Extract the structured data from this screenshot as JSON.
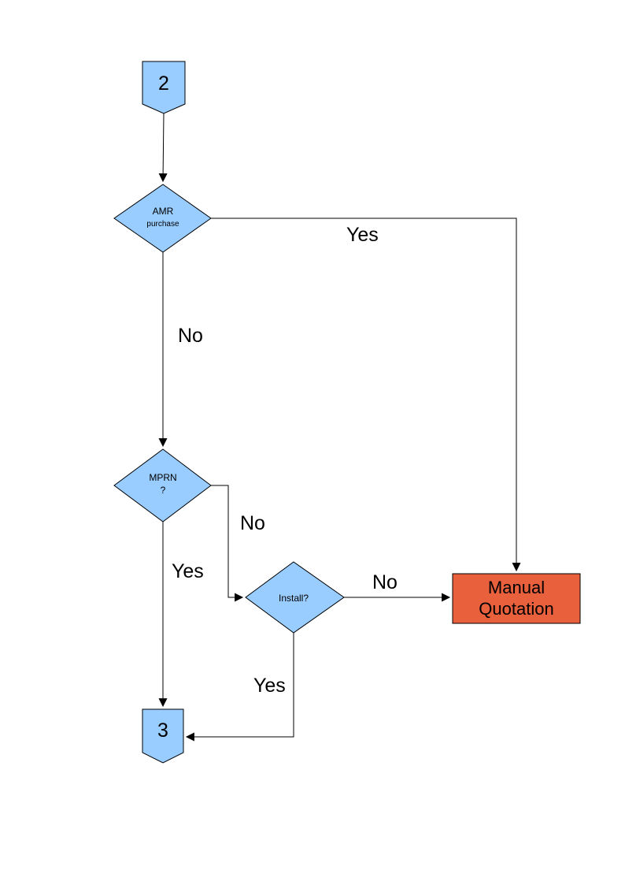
{
  "diagram": {
    "colors": {
      "node_fill": "#99CCFF",
      "node_stroke": "#000000",
      "manual_quotation_fill": "#E8603C",
      "connector_line": "#000000",
      "text": "#000000",
      "page_background": "#FFFFFF"
    },
    "nodes": {
      "connector_2": {
        "label": "2"
      },
      "amr_purchase": {
        "line1": "AMR",
        "line2": "purchase"
      },
      "mprn": {
        "line1": "MPRN",
        "line2": "?"
      },
      "install": {
        "label": "Install?"
      },
      "manual_quotation": {
        "line1": "Manual",
        "line2": "Quotation"
      },
      "connector_3": {
        "label": "3"
      }
    },
    "edge_labels": {
      "amr_yes": "Yes",
      "amr_no": "No",
      "mprn_no": "No",
      "mprn_yes": "Yes",
      "install_no": "No",
      "install_yes": "Yes"
    }
  }
}
